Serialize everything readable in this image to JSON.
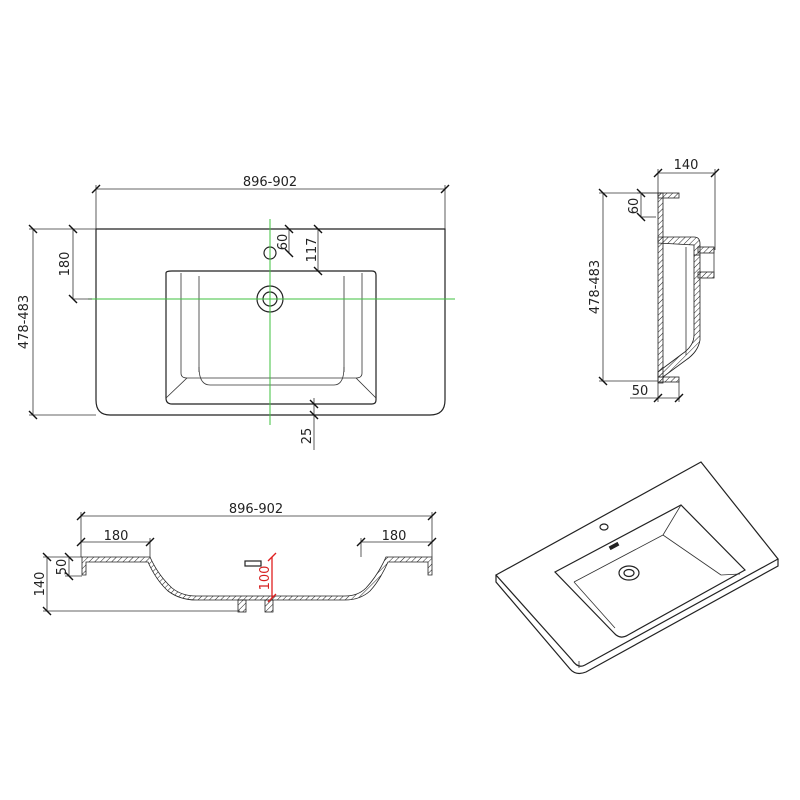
{
  "drawing": {
    "subject": "Washbasin technical drawing",
    "colors": {
      "line": "#222222",
      "centerline": "#3fc23f",
      "highlight_dimension": "#e02020",
      "background": "#ffffff"
    },
    "top_view": {
      "width_label": "896-902",
      "depth_label": "478-483",
      "drain_offset_label": "180",
      "tap_hole_offset_label": "60",
      "bowl_back_offset_label": "117",
      "bowl_front_offset_label": "25"
    },
    "side_view": {
      "depth_label": "140",
      "tap_ledge_label": "60",
      "overall_label": "478-483",
      "front_lip_label": "50"
    },
    "front_section": {
      "width_label": "896-902",
      "left_shelf_label": "180",
      "right_shelf_label": "180",
      "overall_height_label": "140",
      "edge_height_label": "50",
      "bowl_depth_label": "100"
    },
    "isometric_view": {
      "label": ""
    }
  }
}
